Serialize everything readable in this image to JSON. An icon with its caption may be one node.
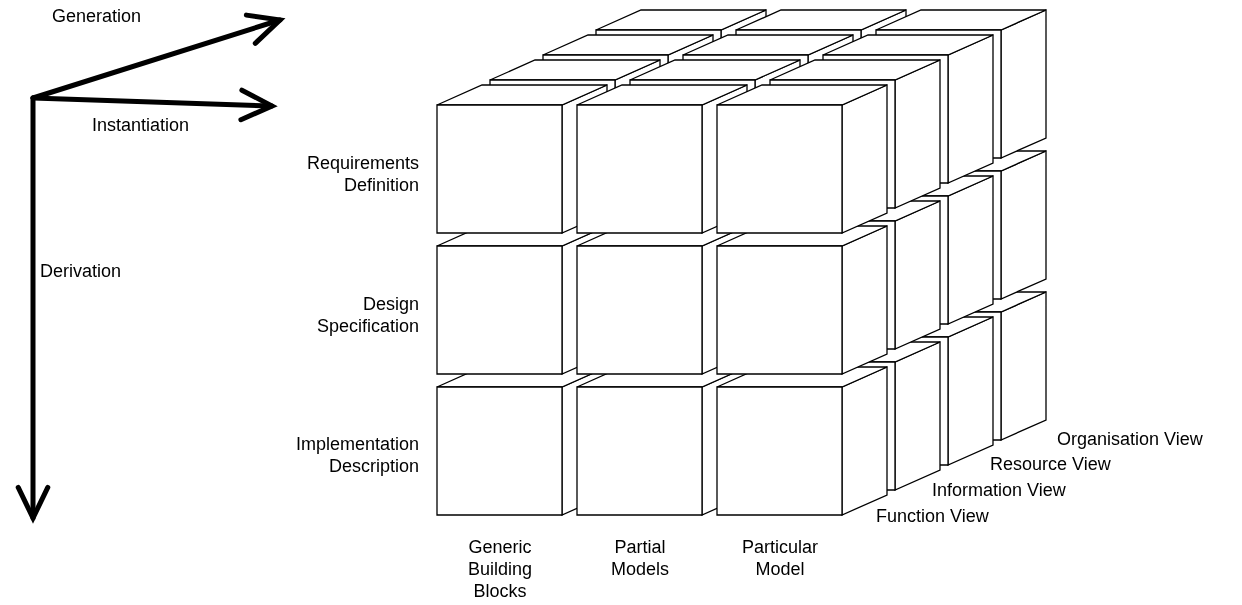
{
  "diagram": {
    "labels": [
      "Generation",
      "Instantiation",
      "Requirements Definition",
      "Derivation",
      "Design Specification",
      "Implementation Description",
      "Organisation View",
      "Resource View",
      "Information View",
      "Function View",
      "Generic Building Blocks",
      "Partial Models",
      "Particular Model"
    ]
  }
}
